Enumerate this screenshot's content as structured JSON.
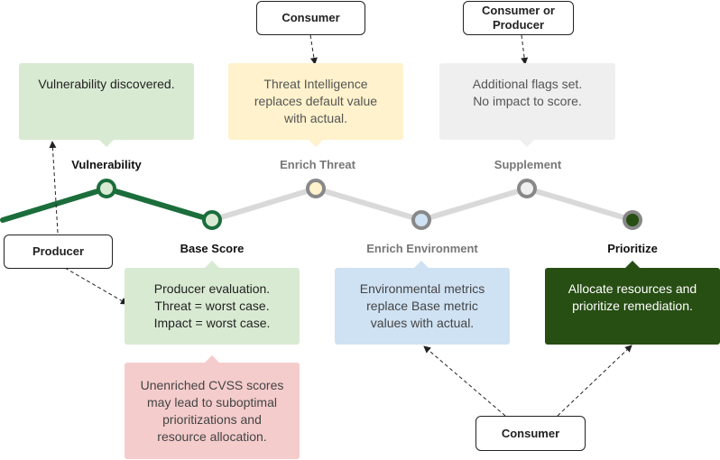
{
  "stages": [
    {
      "label": "Vulnerability",
      "color": "#111111"
    },
    {
      "label": "Base Score",
      "color": "#111111"
    },
    {
      "label": "Enrich Threat",
      "color": "#777777"
    },
    {
      "label": "Enrich Environment",
      "color": "#777777"
    },
    {
      "label": "Supplement",
      "color": "#777777"
    },
    {
      "label": "Prioritize",
      "color": "#111111"
    }
  ],
  "cards": {
    "vulnerability": "Vulnerability discovered.",
    "base_score": "Producer evaluation.\nThreat = worst case.\nImpact = worst case.",
    "enrich_threat": "Threat Intelligence\nreplaces default value\nwith actual.",
    "enrich_environment": "Environmental metrics\nreplace Base metric\nvalues with actual.",
    "supplement": "Additional flags set.\nNo impact to score.",
    "prioritize": "Allocate resources and\nprioritize remediation.",
    "warning": "Unenriched CVSS scores\nmay lead to suboptimal\nprioritizations and\nresource allocation."
  },
  "actors": {
    "producer": "Producer",
    "consumer_top": "Consumer",
    "consumer_or_producer": "Consumer or\nProducer",
    "consumer_bottom": "Consumer"
  },
  "colors": {
    "path_active": "#1b6e3b",
    "path_inactive": "#d9d9d9",
    "card_green": "#d9ead3",
    "card_yellow": "#fff2cc",
    "card_grey": "#efefef",
    "card_blue": "#cfe2f3",
    "card_dark_green": "#274e13",
    "card_red": "#f4cccc"
  }
}
